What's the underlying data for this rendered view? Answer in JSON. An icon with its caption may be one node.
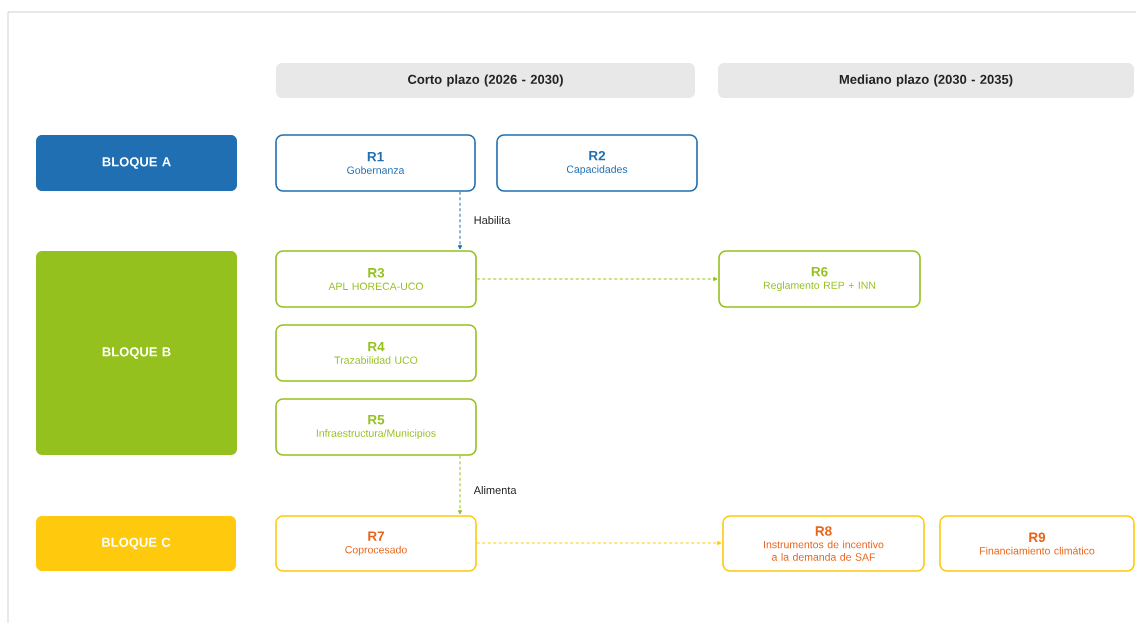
{
  "diagram": {
    "nodes": [
      {
        "text": [
          "Corto plazo (2026 - 2030)"
        ]
      },
      {
        "text": [
          "Mediano plazo (2030 - 2035)"
        ]
      },
      {
        "text": [
          "BLOQUE A"
        ]
      },
      {
        "text": [
          "R1",
          "Gobernanza"
        ]
      },
      {
        "text": [
          "R2",
          "Capacidades"
        ]
      },
      {
        "text": [
          "BLOQUE B"
        ]
      },
      {
        "text": [
          "R3",
          "APL HORECA-UCO"
        ]
      },
      {
        "text": [
          "R6",
          "Reglamento REP + INN"
        ]
      },
      {
        "text": [
          "R4",
          "Trazabilidad UCO"
        ]
      },
      {
        "text": [
          "R5",
          "Infraestructura/Municipios"
        ]
      },
      {
        "text": [
          "BLOQUE C"
        ]
      },
      {
        "text": [
          "R7",
          "Coprocesado"
        ]
      },
      {
        "text": [
          "R8",
          "Instrumentos de incentivo a la demanda de SAF"
        ]
      },
      {
        "text": [
          "R9",
          "Financiamiento climático"
        ]
      }
    ],
    "edges": [
      {
        "from": 3,
        "to": 6,
        "arrow": "to",
        "label": "Habilita",
        "style": "dashed",
        "color": "#1f6fb2"
      },
      {
        "from": 6,
        "to": 7,
        "arrow": "to",
        "style": "dashed",
        "color": "#95c11f"
      },
      {
        "from": 9,
        "to": 11,
        "arrow": "to",
        "label": "Alimenta",
        "style": "dashed",
        "color": "#95c11f"
      },
      {
        "from": 11,
        "to": 12,
        "arrow": "to",
        "style": "dashed",
        "color": "#ffc90e"
      }
    ]
  }
}
